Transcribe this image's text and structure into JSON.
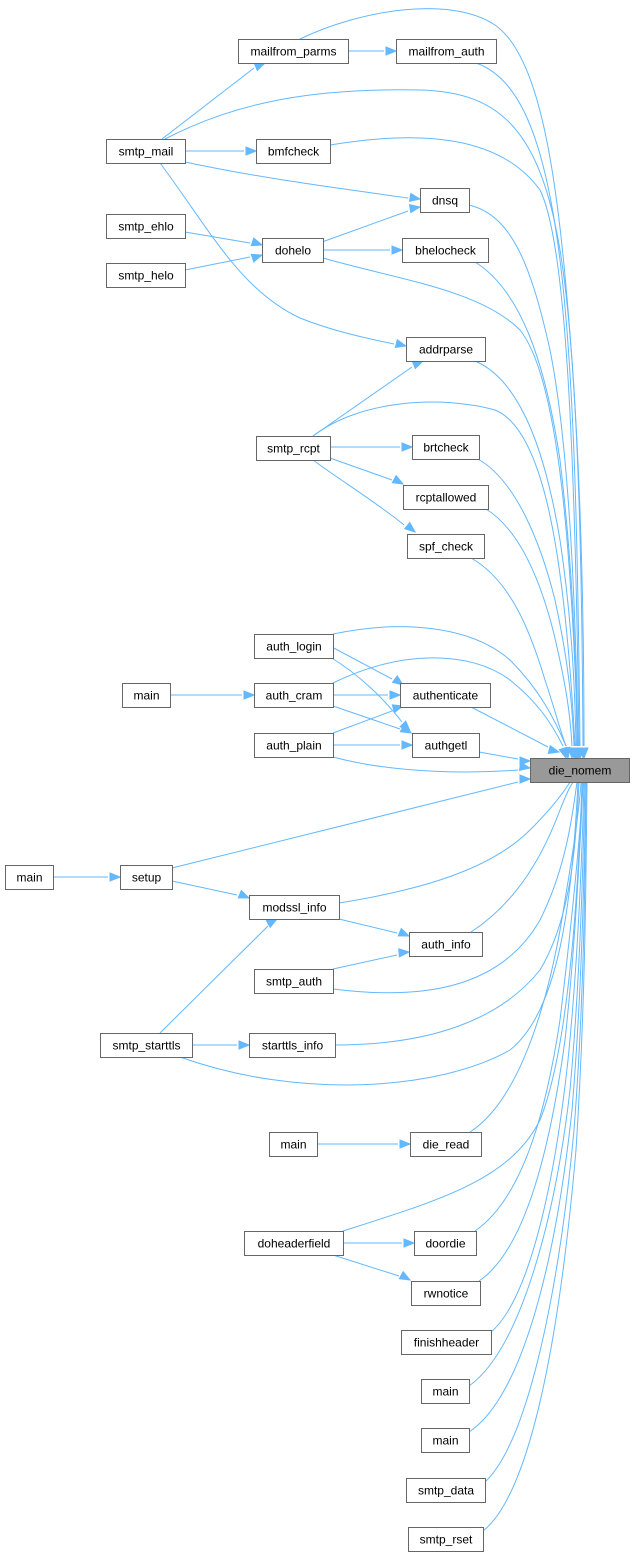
{
  "graph": {
    "edge_color": "#63b8ff",
    "node_border_color": "#666666",
    "focus_fill_color": "#999999",
    "focus": "die_nomem",
    "nodes": {
      "die_nomem": "die_nomem",
      "mailfrom_parms": "mailfrom_parms",
      "mailfrom_auth": "mailfrom_auth",
      "smtp_mail": "smtp_mail",
      "bmfcheck": "bmfcheck",
      "dnsq": "dnsq",
      "smtp_ehlo": "smtp_ehlo",
      "dohelo": "dohelo",
      "bhelocheck": "bhelocheck",
      "smtp_helo": "smtp_helo",
      "addrparse": "addrparse",
      "smtp_rcpt": "smtp_rcpt",
      "brtcheck": "brtcheck",
      "rcptallowed": "rcptallowed",
      "spf_check": "spf_check",
      "auth_login": "auth_login",
      "main_auth": "main",
      "auth_cram": "auth_cram",
      "authenticate": "authenticate",
      "auth_plain": "auth_plain",
      "authgetl": "authgetl",
      "main_setup": "main",
      "setup": "setup",
      "modssl_info": "modssl_info",
      "auth_info": "auth_info",
      "smtp_auth": "smtp_auth",
      "smtp_starttls": "smtp_starttls",
      "starttls_info": "starttls_info",
      "main_die_read": "main",
      "die_read": "die_read",
      "doheaderfield": "doheaderfield",
      "doordie": "doordie",
      "rwnotice": "rwnotice",
      "finishheader": "finishheader",
      "main_a": "main",
      "main_b": "main",
      "smtp_data": "smtp_data",
      "smtp_rset": "smtp_rset"
    }
  }
}
